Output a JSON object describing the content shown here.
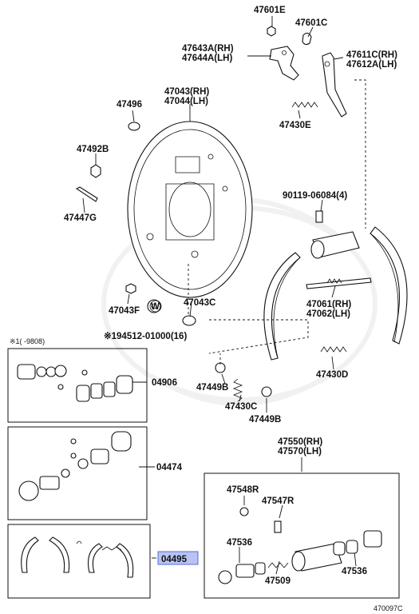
{
  "callouts": {
    "p47601E": "47601E",
    "p47601C": "47601C",
    "p47643A": "47643A(RH)",
    "p47644A": "47644A(LH)",
    "p47611C": "47611C(RH)",
    "p47612A": "47612A(LH)",
    "p47043": "47043(RH)",
    "p47044": "47044(LH)",
    "p47496": "47496",
    "p47430E": "47430E",
    "p47492B": "47492B",
    "p90119": "90119-06084(4)",
    "p47447G": "47447G",
    "p47043F": "47043F",
    "pW": "W",
    "p47043C": "47043C",
    "p94512": "※194512-01000(16)",
    "p47061": "47061(RH)",
    "p47062": "47062(LH)",
    "p47430D": "47430D",
    "pNote": "※1(      -9808)",
    "p04906": "04906",
    "p47449B_1": "47449B",
    "p47430C": "47430C",
    "p47449B_2": "47449B",
    "p04474": "04474",
    "p47550": "47550(RH)",
    "p47570": "47570(LH)",
    "p47548R": "47548R",
    "p47547R": "47547R",
    "p47536_1": "47536",
    "p47509": "47509",
    "p47536_2": "47536",
    "p04495": "04495",
    "figure_code": "470097C"
  },
  "colors": {
    "highlight_fill": "#b9c3f3",
    "highlight_stroke": "#5a6ad6",
    "line": "#111111"
  },
  "highlighted_part": "04495"
}
